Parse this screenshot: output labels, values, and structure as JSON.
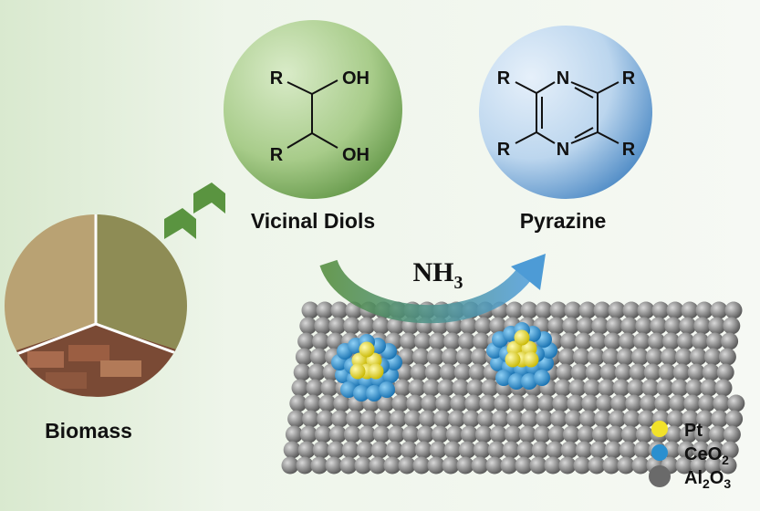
{
  "labels": {
    "biomass": "Biomass",
    "diols": "Vicinal Diols",
    "pyrazine": "Pyrazine"
  },
  "reagent": {
    "main": "NH",
    "sub": "3"
  },
  "diol_structure": {
    "r": "R",
    "oh": "OH"
  },
  "pyrazine_structure": {
    "r": "R",
    "n": "N"
  },
  "legend": [
    {
      "label": "Pt",
      "sub": "",
      "label2": "",
      "sub2": "",
      "color": "#f2e22a"
    },
    {
      "label": "CeO",
      "sub": "2",
      "label2": "",
      "sub2": "",
      "color": "#2a8fcf"
    },
    {
      "label": "Al",
      "sub": "2",
      "label2": "O",
      "sub2": "3",
      "color": "#6a6a6a"
    }
  ]
}
